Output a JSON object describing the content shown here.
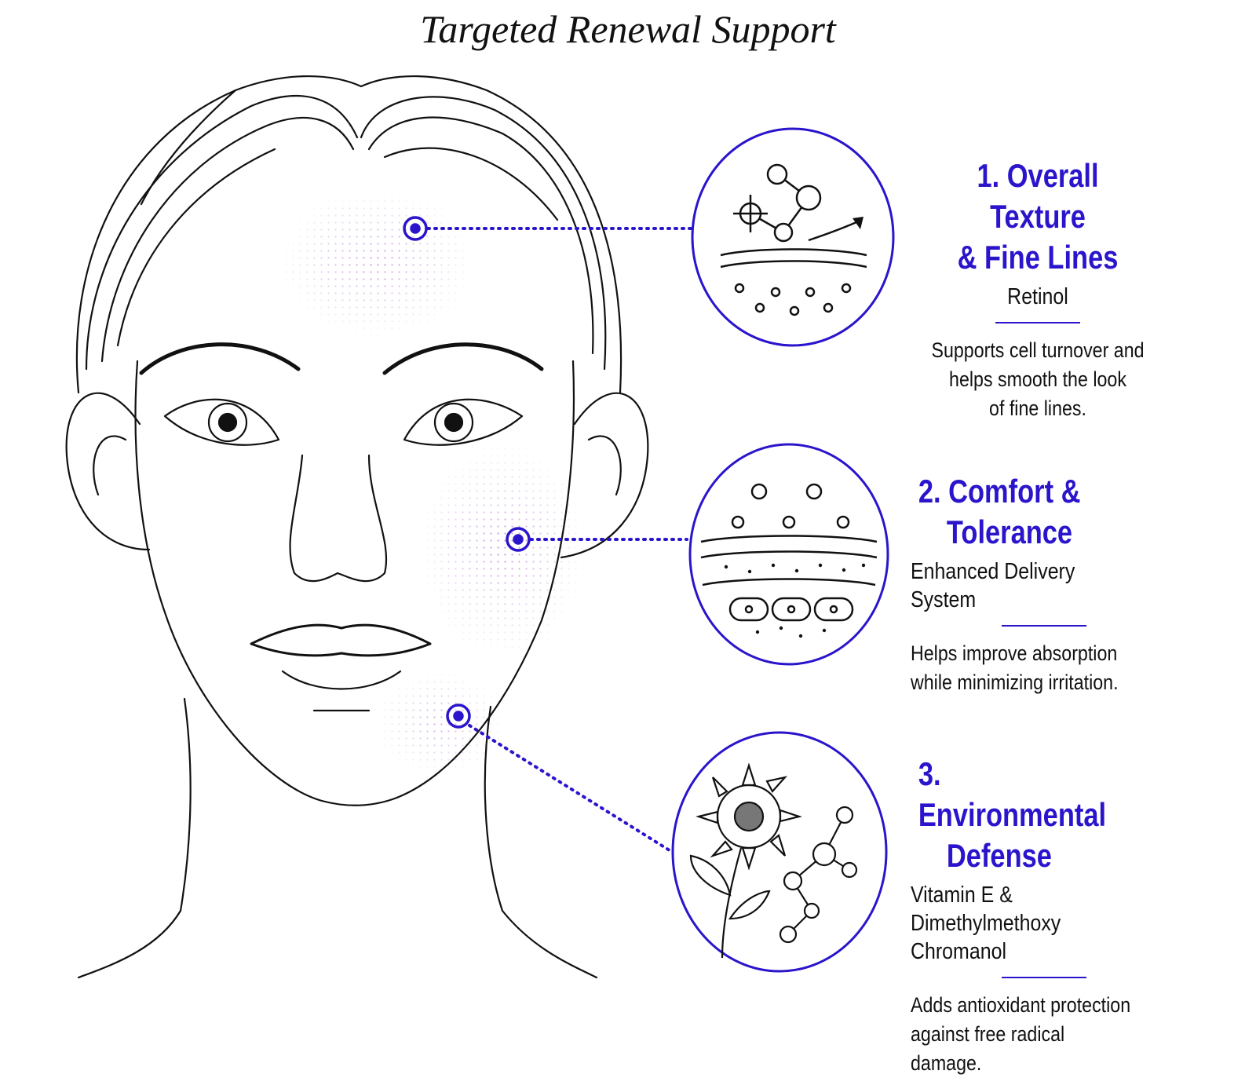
{
  "title": "Targeted Renewal Support",
  "colors": {
    "accent": "#2a15cc",
    "line_art": "#111111",
    "texture_dots": "#b070c8"
  },
  "zones": [
    {
      "number": "1.",
      "heading_line1": "1. Overall Texture",
      "heading_line2": "& Fine Lines",
      "ingredient": "Retinol",
      "desc_line1": "Supports cell turnover and",
      "desc_line2": "helps smooth the look",
      "desc_line3": "of fine lines.",
      "face_area": "forehead",
      "icon": "molecule-skin-layers-icon"
    },
    {
      "number": "2.",
      "heading_line1": "2. Comfort &",
      "heading_line2": "Tolerance",
      "ingredient": "Enhanced Delivery System",
      "desc_line1": "Helps improve absorption",
      "desc_line2": "while minimizing irritation.",
      "face_area": "cheek",
      "icon": "delivery-layers-icon"
    },
    {
      "number": "3.",
      "heading_line1": "3. Environmental",
      "heading_line2": "Defense",
      "ingredient_line1": "Vitamin E &",
      "ingredient_line2": "Dimethylmethoxy Chromanol",
      "desc_line1": "Adds antioxidant protection",
      "desc_line2": "against free radical damage.",
      "face_area": "jaw",
      "icon": "sunflower-molecule-icon"
    }
  ]
}
